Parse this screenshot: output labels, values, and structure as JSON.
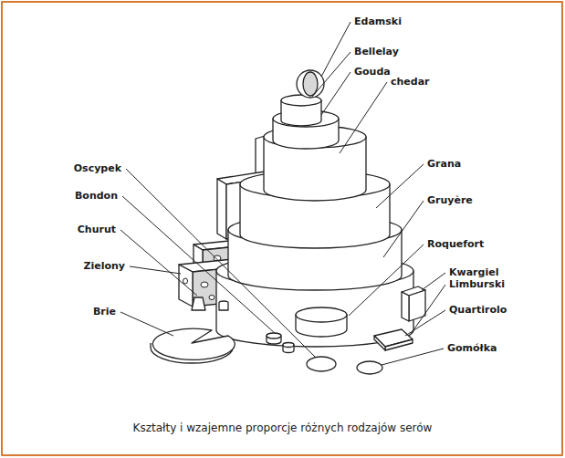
{
  "diagram": {
    "caption": "Kształty i wzajemne proporcje różnych rodzajów serów",
    "labels": [
      "Edamski",
      "Bellelay",
      "Gouda",
      "chedar",
      "Grana",
      "Gruyère",
      "Roquefort",
      "Kwargiel",
      "Limburski",
      "Quartirolo",
      "Gomółka",
      "Oscypek",
      "Bondon",
      "Churut",
      "Zielony",
      "Brie"
    ]
  }
}
